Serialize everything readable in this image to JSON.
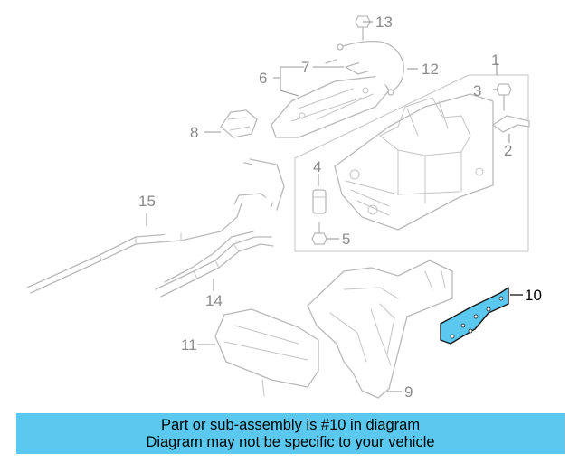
{
  "callouts": {
    "c1": "1",
    "c2": "2",
    "c3": "3",
    "c4": "4",
    "c5": "5",
    "c6": "6",
    "c7": "7",
    "c8": "8",
    "c9": "9",
    "c10": "10",
    "c11": "11",
    "c12": "12",
    "c13": "13",
    "c14": "14",
    "c15": "15"
  },
  "highlight": {
    "part_number": "10",
    "color": "#5bc8ef"
  },
  "footer": {
    "line1": "Part or sub-assembly is #10 in diagram",
    "line2": "Diagram may not be specific to your vehicle",
    "background": "#5bc8ef"
  }
}
